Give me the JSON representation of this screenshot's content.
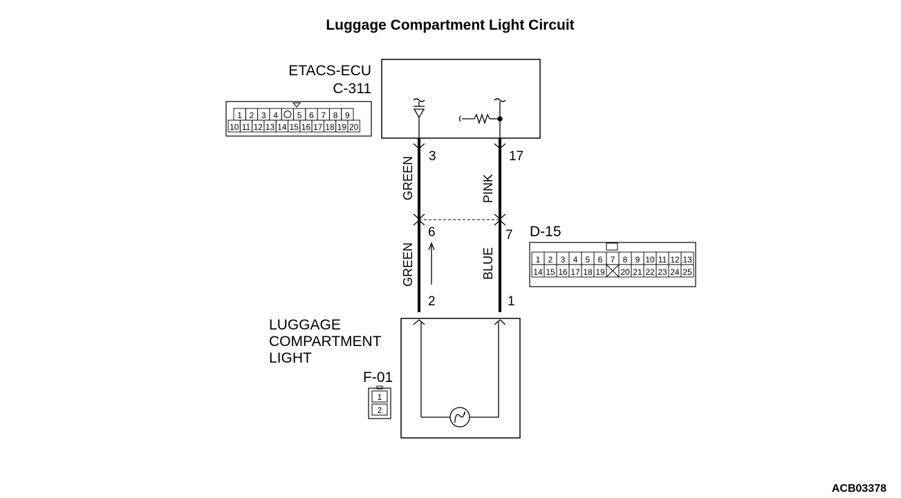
{
  "title": "Luggage Compartment Light Circuit",
  "figure_id": "ACB03378",
  "ecu": {
    "name": "ETACS-ECU",
    "connector": "C-311",
    "rows": [
      [
        "1",
        "2",
        "3",
        "4",
        "",
        "5",
        "6",
        "7",
        "8",
        "9"
      ],
      [
        "10",
        "11",
        "12",
        "13",
        "14",
        "15",
        "16",
        "17",
        "18",
        "19",
        "20"
      ]
    ]
  },
  "junction": {
    "connector": "D-15",
    "rows": [
      [
        "1",
        "2",
        "3",
        "4",
        "5",
        "6",
        "7",
        "8",
        "9",
        "10",
        "11",
        "12",
        "13"
      ],
      [
        "14",
        "15",
        "16",
        "17",
        "18",
        "19",
        "",
        "20",
        "21",
        "22",
        "23",
        "24",
        "25"
      ]
    ]
  },
  "light": {
    "name_lines": [
      "LUGGAGE",
      "COMPARTMENT",
      "LIGHT"
    ],
    "connector": "F-01",
    "pins": [
      "1",
      "2"
    ]
  },
  "wires": {
    "left_upper_color": "GREEN",
    "left_lower_color": "GREEN",
    "right_upper_color": "PINK",
    "right_lower_color": "BLUE"
  },
  "pins": {
    "ecu_left": "3",
    "ecu_right": "17",
    "mid_left": "6",
    "mid_right": "7",
    "light_left": "2",
    "light_right": "1"
  }
}
